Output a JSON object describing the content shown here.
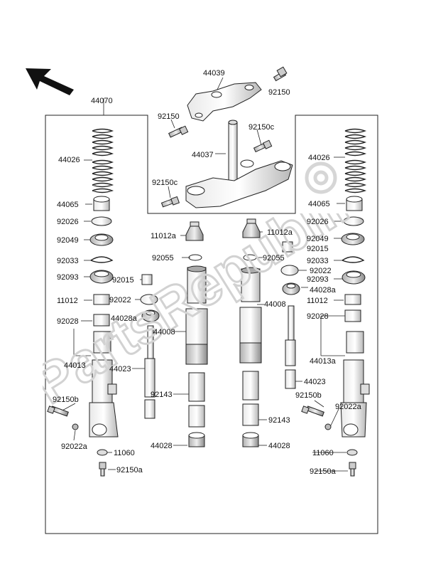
{
  "diagram": {
    "watermark": "PartsRepublik",
    "part_labels": [
      "44039",
      "92150",
      "44070",
      "92150",
      "92150c",
      "44037",
      "44026",
      "92150c",
      "44026",
      "44065",
      "44065",
      "92026",
      "92026",
      "11012a",
      "11012a",
      "92049",
      "92049",
      "92015",
      "92033",
      "92055",
      "92055",
      "92033",
      "92022",
      "92093",
      "92015",
      "92093",
      "11012",
      "92022",
      "44028a",
      "11012",
      "44008",
      "92028",
      "44028a",
      "44008",
      "92028",
      "44013",
      "44013a",
      "44023",
      "44023",
      "92143",
      "92150b",
      "92150b",
      "92143",
      "92022a",
      "92022a",
      "44028",
      "44028",
      "11060",
      "11060",
      "92150a",
      "92150a"
    ]
  }
}
